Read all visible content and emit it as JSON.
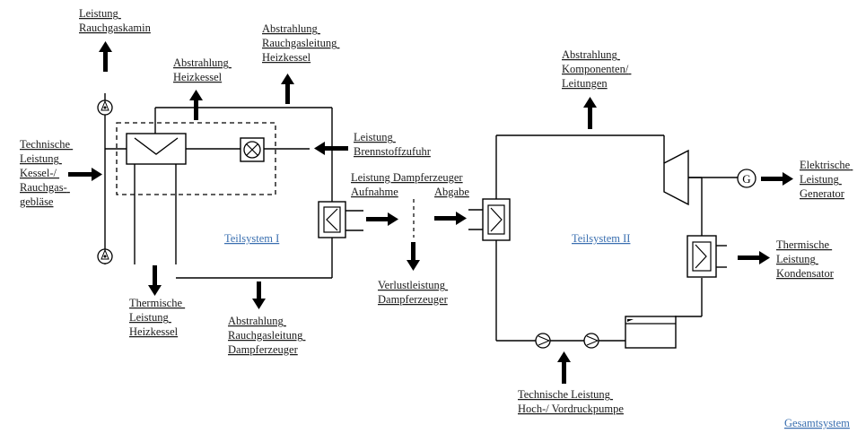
{
  "labels": {
    "leistung_rauchgaskamin": [
      "Leistung",
      "Rauchgaskamin"
    ],
    "abstrahlung_rauchgasleitung_heizkessel": [
      "Abstrahlung",
      "Rauchgasleitung",
      "Heizkessel"
    ],
    "abstrahlung_heizkessel": [
      "Abstrahlung",
      "Heizkessel"
    ],
    "technische_leistung_kessel": [
      "Technische",
      "Leistung",
      "Kessel-/",
      "Rauchgas-",
      "gebläse"
    ],
    "leistung_brennstoffzufuhr": [
      "Leistung",
      "Brennstoffzufuhr"
    ],
    "leistung_dampferzeuger": "Leistung Dampferzeuger",
    "aufnahme": "Aufnahme",
    "abgabe": "Abgabe",
    "teilsystem_1": "Teilsystem I",
    "teilsystem_2": "Teilsystem II",
    "thermische_leistung_heizkessel": [
      "Thermische",
      "Leistung",
      "Heizkessel"
    ],
    "abstrahlung_rauchgasleitung_dampferzeuger": [
      "Abstrahlung",
      "Rauchgasleitung",
      "Dampferzeuger"
    ],
    "verlustleistung_dampferzeuger": [
      "Verlustleistung",
      "Dampferzeuger"
    ],
    "abstrahlung_komponenten": [
      "Abstrahlung",
      "Komponenten/",
      "Leitungen"
    ],
    "elektrische_leistung_generator": [
      "Elektrische",
      "Leistung",
      "Generator"
    ],
    "thermische_leistung_kondensator": [
      "Thermische",
      "Leistung",
      "Kondensator"
    ],
    "technische_leistung_pumpe": [
      "Technische Leistung",
      "Hoch-/ Vordruckpumpe"
    ],
    "generator_symbol": "G",
    "gesamtsystem": "Gesamtsystem"
  },
  "colors": {
    "link_blue": "#3a6fb0",
    "line": "#000000"
  }
}
